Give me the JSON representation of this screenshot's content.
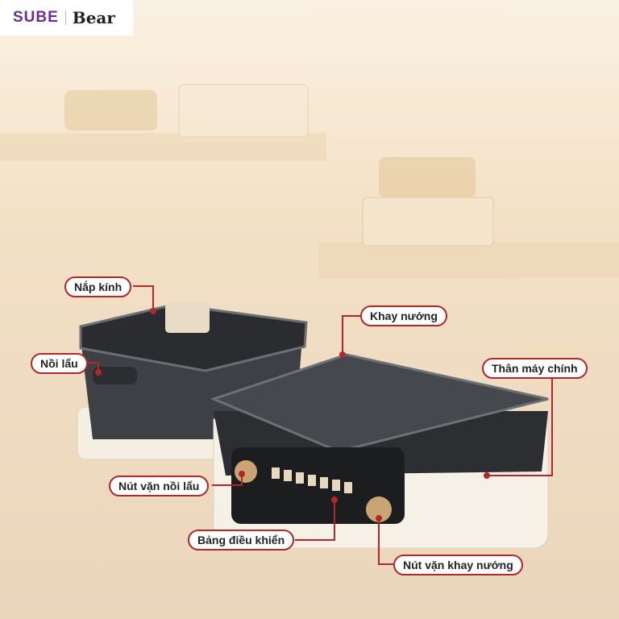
{
  "brand": {
    "logo_left": "SUBE",
    "logo_right": "Bear"
  },
  "labels": {
    "lid": "Nắp kính",
    "hotpot": "Nồi lẩu",
    "grill_tray": "Khay nướng",
    "main_body": "Thân máy chính",
    "hotpot_knob": "Nút vặn nồi lẩu",
    "control_panel": "Bảng điều khiển",
    "grill_knob": "Nút vặn khay nướng"
  },
  "colors": {
    "accent": "#b3262a",
    "body": "#f5efe4",
    "tray": "#3a3d40"
  }
}
